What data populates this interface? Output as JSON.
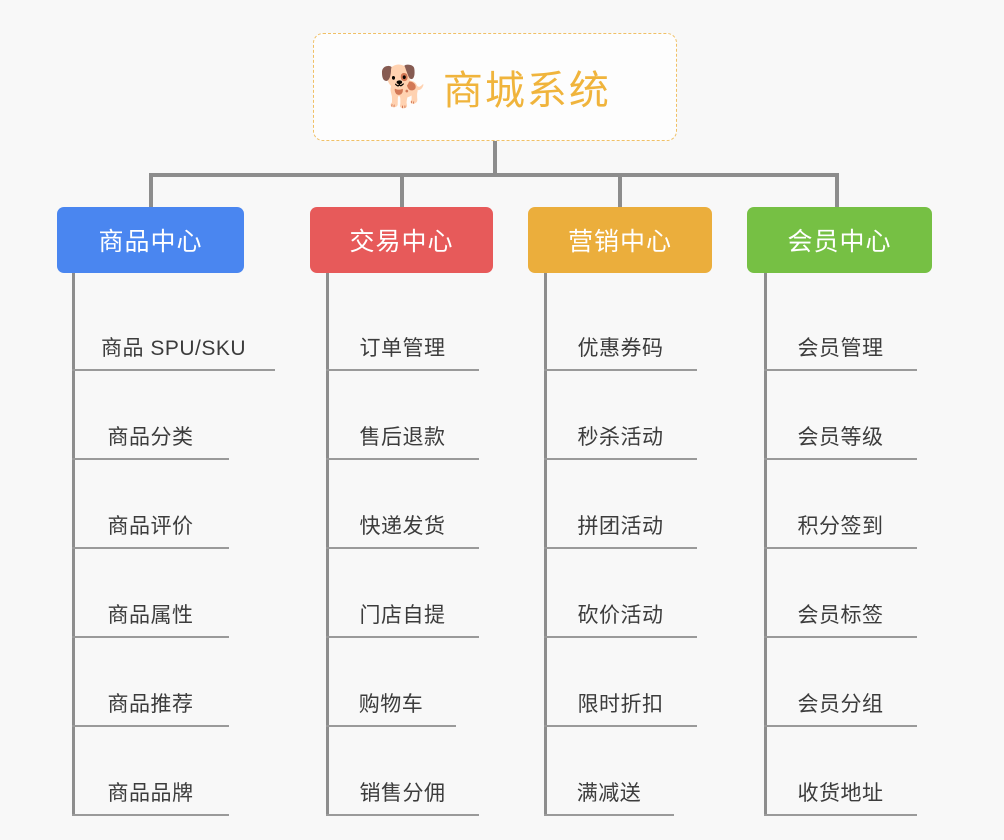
{
  "background_color": "#f8f8f8",
  "root": {
    "icon": "shiba-dog-face-emoji",
    "icon_glyph": "🐕",
    "title": "商城系统",
    "text_color": "#f0b43c",
    "border_color": "#f0c066"
  },
  "connector_color": "#8d8d8d",
  "columns": [
    {
      "key": "product",
      "header": "商品中心",
      "color": "#4a86f0",
      "items": [
        "商品 SPU/SKU",
        "商品分类",
        "商品评价",
        "商品属性",
        "商品推荐",
        "商品品牌"
      ]
    },
    {
      "key": "trade",
      "header": "交易中心",
      "color": "#e75a5a",
      "items": [
        "订单管理",
        "售后退款",
        "快递发货",
        "门店自提",
        "购物车",
        "销售分佣"
      ]
    },
    {
      "key": "marketing",
      "header": "营销中心",
      "color": "#ebae3c",
      "items": [
        "优惠券码",
        "秒杀活动",
        "拼团活动",
        "砍价活动",
        "限时折扣",
        "满减送"
      ]
    },
    {
      "key": "member",
      "header": "会员中心",
      "color": "#76c044",
      "items": [
        "会员管理",
        "会员等级",
        "积分签到",
        "会员标签",
        "会员分组",
        "收货地址"
      ]
    }
  ]
}
